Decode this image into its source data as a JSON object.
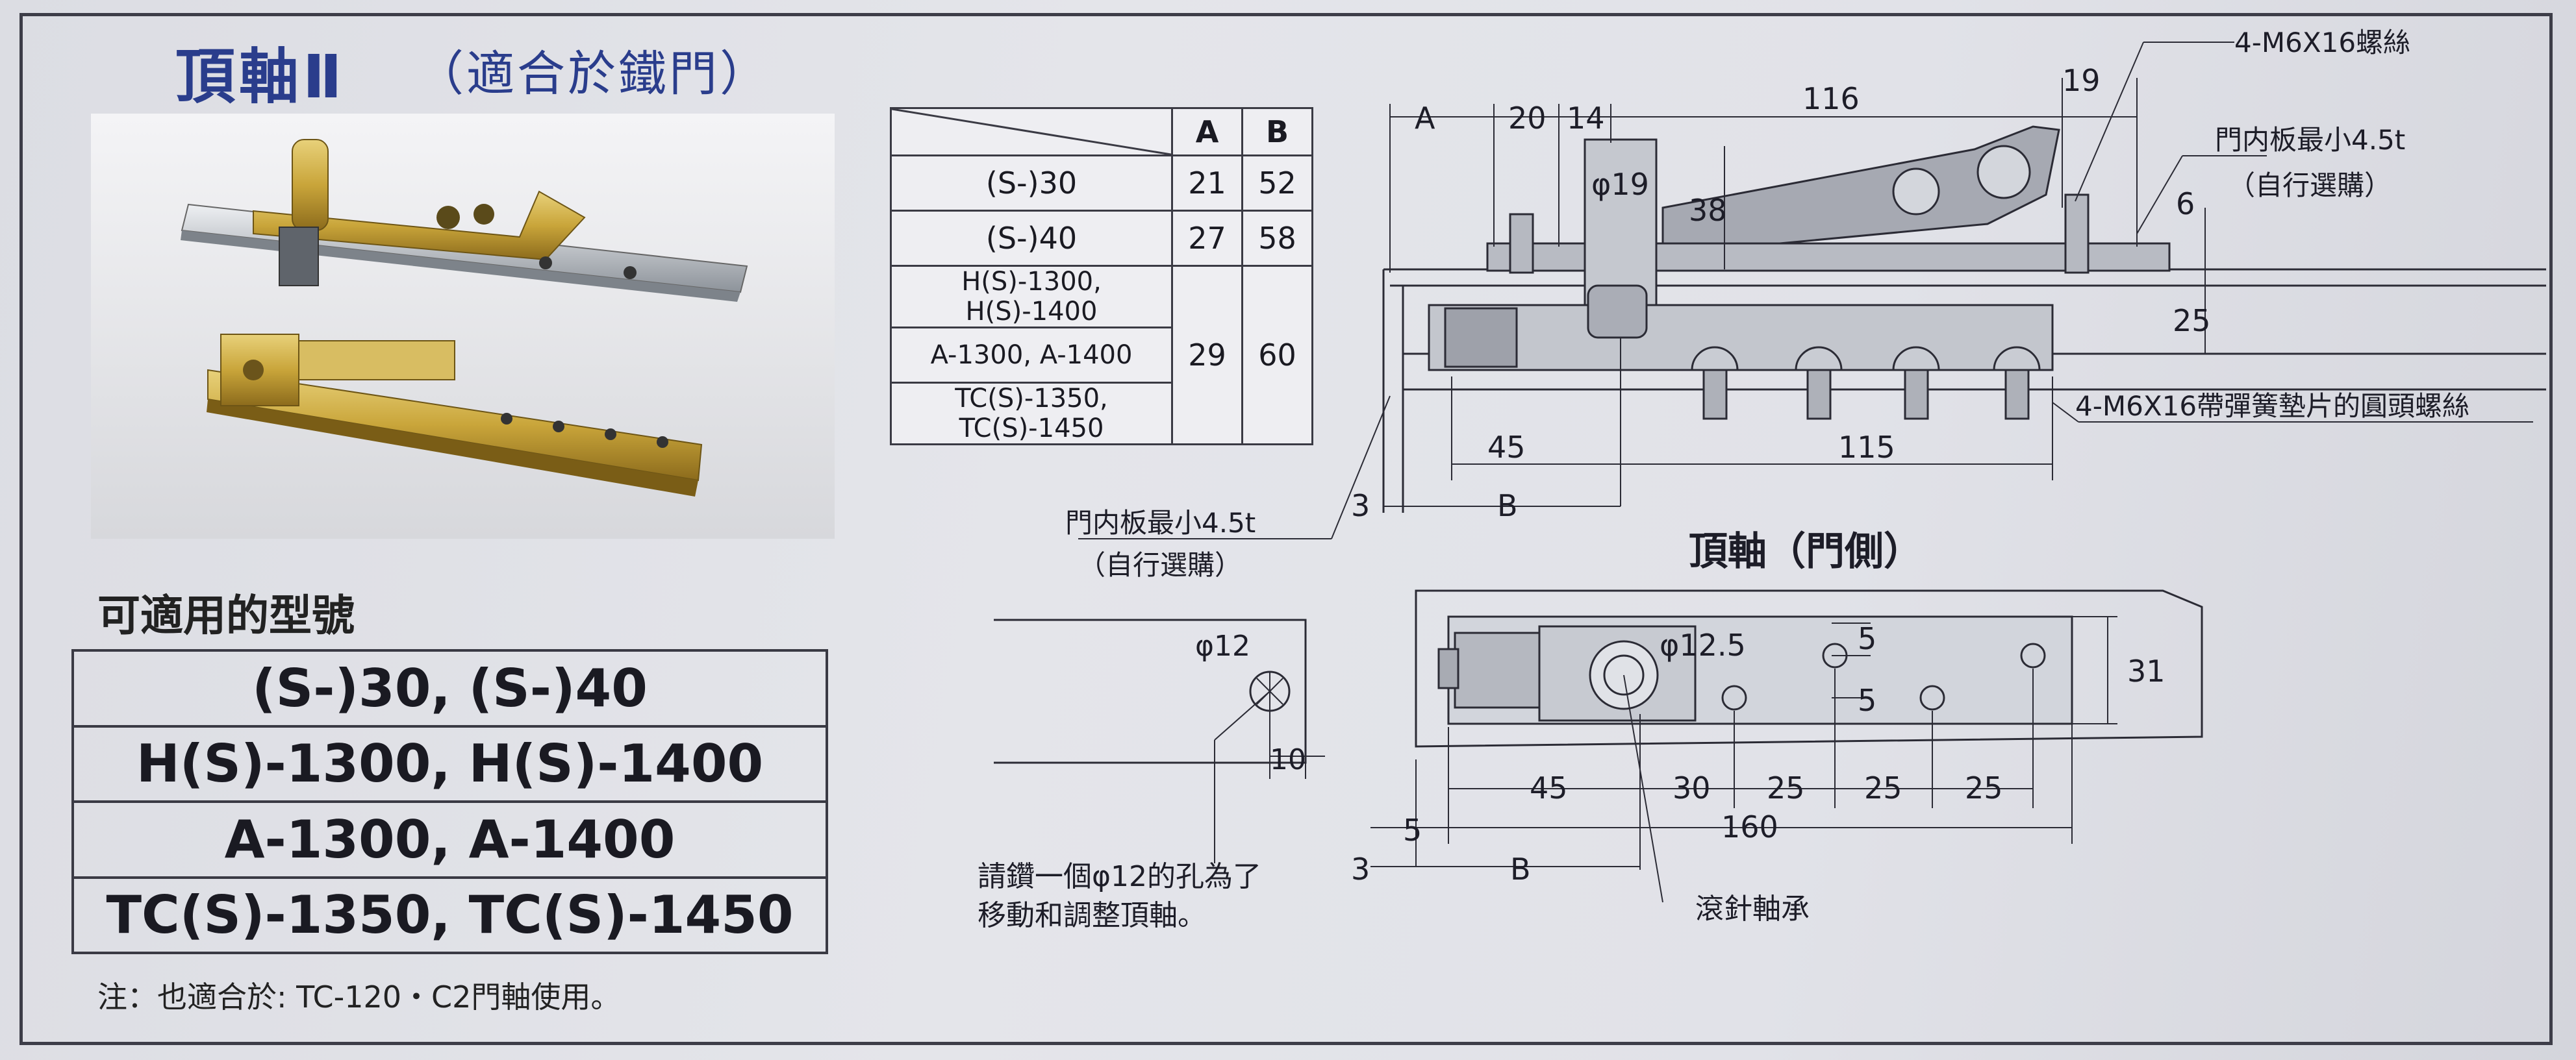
{
  "title": "頂軸Ⅱ",
  "subtitle": "（適合於鐵門）",
  "models": {
    "heading": "可適用的型號",
    "rows": [
      "(S-)30, (S-)40",
      "H(S)-1300, H(S)-1400",
      "A-1300, A-1400",
      "TC(S)-1350, TC(S)-1450"
    ]
  },
  "note": "注：也適合於: TC-120・C2門軸使用。",
  "dim_table": {
    "headers": [
      "A",
      "B"
    ],
    "rows": [
      {
        "name": "(S-)30",
        "a": "21",
        "b": "52"
      },
      {
        "name": "(S-)40",
        "a": "27",
        "b": "58"
      },
      {
        "name": "H(S)-1300, H(S)-1400",
        "a": "29",
        "b": "60"
      },
      {
        "name": "A-1300, A-1400"
      },
      {
        "name": "TC(S)-1350, TC(S)-1450"
      }
    ]
  },
  "side_view": {
    "labels": {
      "a": "A",
      "d20": "20",
      "d14": "14",
      "d116": "116",
      "d19": "19",
      "phi19": "φ19",
      "d38": "38",
      "d6": "6",
      "d25": "25",
      "d45": "45",
      "d115": "115",
      "d3": "3",
      "b": "B"
    },
    "callouts": {
      "screw_top": "4-M6X16螺絲",
      "inner_plate": "門内板最小4.5t",
      "self_buy": "（自行選購）",
      "screw_bottom": "4-M6X16帶彈簧墊片的圓頭螺絲",
      "inner_plate_2": "門内板最小4.5t",
      "self_buy_2": "（自行選購）"
    }
  },
  "plan_view": {
    "title": "頂軸（門側）",
    "labels": {
      "phi125": "φ12.5",
      "d5a": "5",
      "d5b": "5",
      "d31": "31",
      "d45": "45",
      "d30": "30",
      "d25a": "25",
      "d25b": "25",
      "d25c": "25",
      "d5": "5",
      "d160": "160",
      "d3": "3",
      "b": "B"
    },
    "bearing": "滾針軸承"
  },
  "hole_detail": {
    "phi12": "φ12",
    "d10": "10",
    "instruction_1": "請鑽一個φ12的孔為了",
    "instruction_2": "移動和調整頂軸。"
  }
}
